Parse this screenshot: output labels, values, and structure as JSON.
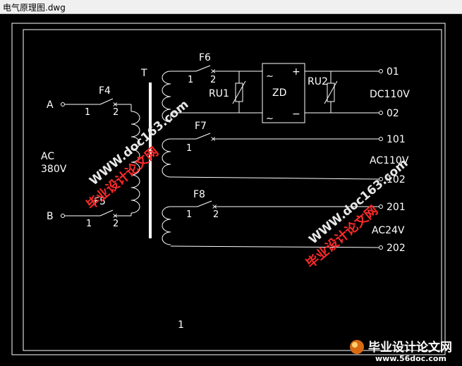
{
  "window": {
    "title": "电气原理图.dwg"
  },
  "colors": {
    "background": "#000000",
    "lines": "#ffffff",
    "titlebar": "#f0f0f0",
    "watermark_red": "#ff2a2a"
  },
  "labels": {
    "transformer": "T",
    "input_a": "A",
    "input_b": "B",
    "supply_1": "AC",
    "supply_2": "380V",
    "f4": "F4",
    "f5": "F5",
    "f6": "F6",
    "f7": "F7",
    "f8": "F8",
    "pin1": "1",
    "pin2": "2",
    "rectifier": "ZD",
    "plus": "+",
    "minus": "−",
    "tilde": "~",
    "ru1": "RU1",
    "ru2": "RU2",
    "dc110": "DC110V",
    "ac110": "AC110V",
    "ac24": "AC24V",
    "t01": "01",
    "t02": "02",
    "t101": "101",
    "t102": "102",
    "t201": "201",
    "t202": "202",
    "sheet_number": "1"
  },
  "watermarks": {
    "site": "WWW.doc163.com",
    "cn": "毕业设计论文网",
    "logo_cn": "毕业设计论文网",
    "logo_url": "www.56doc.com"
  }
}
